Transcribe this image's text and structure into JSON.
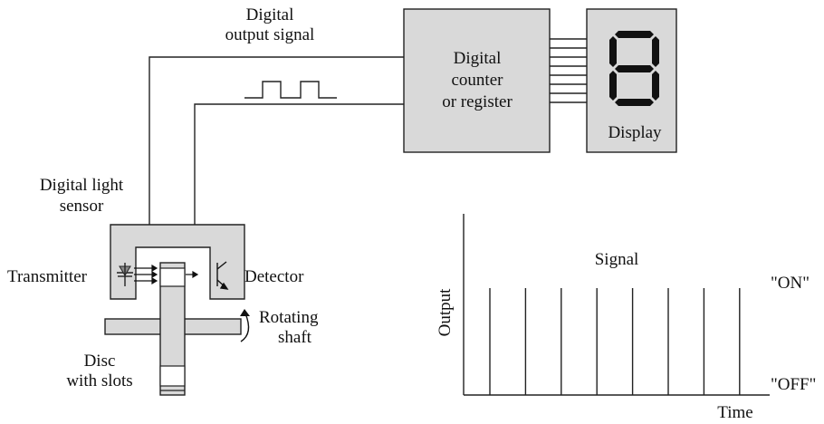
{
  "labels": {
    "output_signal_line1": "Digital",
    "output_signal_line2": "output signal",
    "counter_line1": "Digital",
    "counter_line2": "counter",
    "counter_line3": "or register",
    "display": "Display",
    "sensor_line1": "Digital light",
    "sensor_line2": "sensor",
    "transmitter": "Transmitter",
    "detector": "Detector",
    "rotating_line1": "Rotating",
    "rotating_line2": "shaft",
    "disc_line1": "Disc",
    "disc_line2": "with slots"
  },
  "signal_chart": {
    "title": "Signal",
    "y_label": "Output",
    "x_label": "Time",
    "on_label": "\"ON\"",
    "off_label": "\"OFF\"",
    "pulse_count": 8
  },
  "display_digit": "8",
  "colors": {
    "box_fill": "#d9d9d9",
    "stroke": "#222222"
  }
}
